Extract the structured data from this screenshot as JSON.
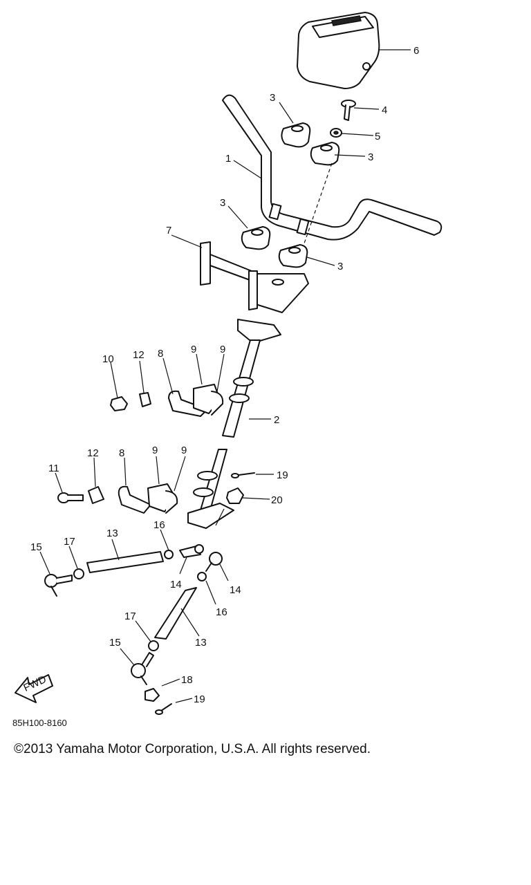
{
  "diagram": {
    "code": "85H100-8160",
    "copyright": "©2013 Yamaha Motor Corporation, U.S.A. All rights reserved.",
    "fwd_label": "FWD",
    "callouts": [
      "1",
      "2",
      "3",
      "3",
      "3",
      "3",
      "4",
      "5",
      "6",
      "7",
      "8",
      "8",
      "9",
      "9",
      "9",
      "9",
      "10",
      "11",
      "12",
      "12",
      "13",
      "13",
      "14",
      "14",
      "15",
      "15",
      "16",
      "16",
      "17",
      "17",
      "18",
      "19",
      "19",
      "20"
    ]
  }
}
